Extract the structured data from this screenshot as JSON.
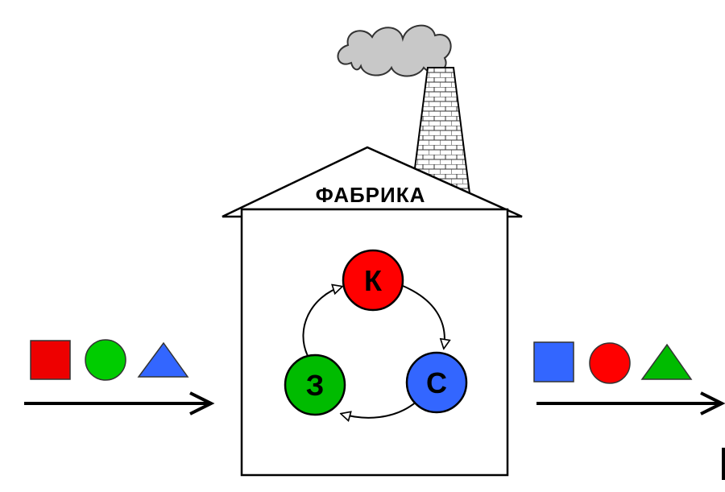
{
  "factory": {
    "label": "ФАБРИКА"
  },
  "cycle": {
    "nodes": [
      {
        "id": "k",
        "label": "К",
        "color": "#ff0000"
      },
      {
        "id": "c",
        "label": "С",
        "color": "#3366ff"
      },
      {
        "id": "z",
        "label": "З",
        "color": "#00bb00"
      }
    ]
  },
  "input_shapes": [
    {
      "shape": "square",
      "color": "#ee0000"
    },
    {
      "shape": "circle",
      "color": "#00cc00"
    },
    {
      "shape": "triangle",
      "color": "#3366ff"
    }
  ],
  "output_shapes": [
    {
      "shape": "square",
      "color": "#3366ff"
    },
    {
      "shape": "circle",
      "color": "#ff0000"
    },
    {
      "shape": "triangle",
      "color": "#00bb00"
    }
  ]
}
